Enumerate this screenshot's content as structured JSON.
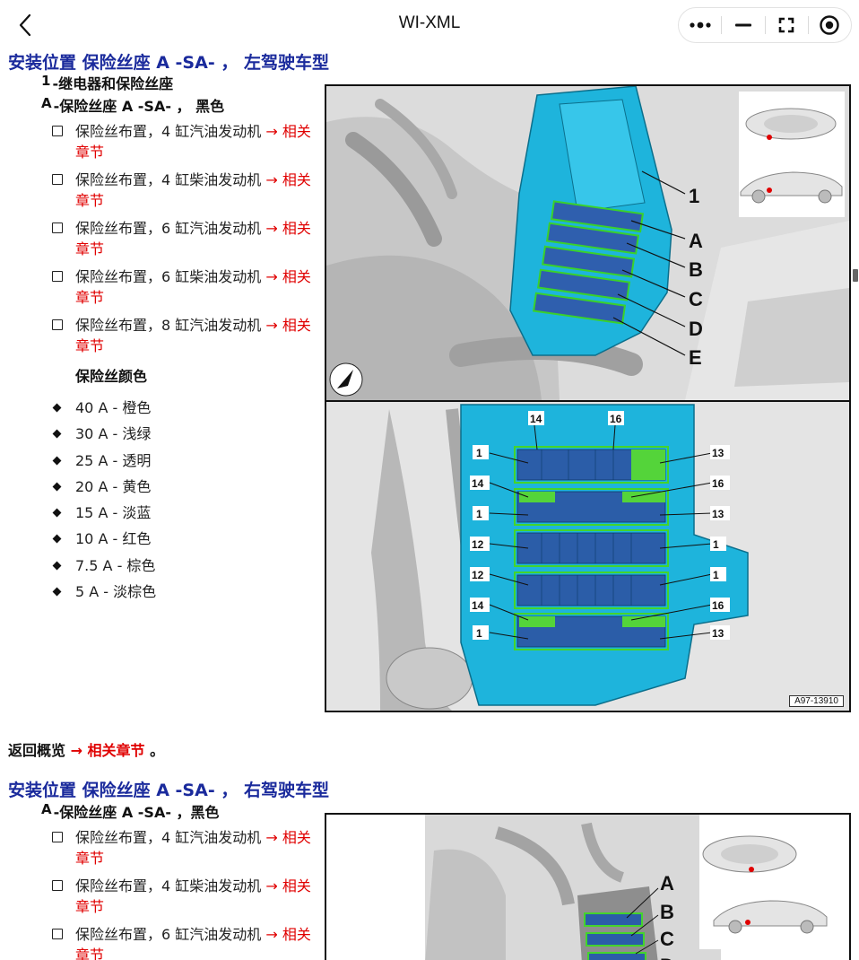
{
  "header": {
    "title": "WI-XML"
  },
  "section1": {
    "title": "安装位置 保险丝座 A -SA- ， 左驾驶车型",
    "legend": [
      {
        "key": "1",
        "text": "-继电器和保险丝座"
      },
      {
        "key": "A",
        "text": "-保险丝座 A -SA- ， 黑色"
      }
    ],
    "items": [
      {
        "text": "保险丝布置，4 缸汽油发动机 ",
        "link": "→ 相关章节"
      },
      {
        "text": "保险丝布置，4 缸柴油发动机 ",
        "link": "→ 相关章节"
      },
      {
        "text": "保险丝布置，6 缸汽油发动机 ",
        "link": "→ 相关章节"
      },
      {
        "text": "保险丝布置，6 缸柴油发动机 ",
        "link": "→ 相关章节"
      },
      {
        "text": "保险丝布置，8 缸汽油发动机 ",
        "link": "→ 相关章节"
      }
    ],
    "fuse_colors_title": "保险丝颜色",
    "fuse_colors": [
      "40 A - 橙色",
      "30 A - 浅绿",
      "25 A - 透明",
      "20 A - 黄色",
      "15 A - 淡蓝",
      "10 A - 红色",
      "7.5 A - 棕色",
      "5 A - 淡棕色"
    ],
    "figure": {
      "callouts_top": [
        "1",
        "A",
        "B",
        "C",
        "D",
        "E"
      ],
      "rows": [
        {
          "left": [
            "1",
            "14"
          ],
          "right": [
            "13",
            "16"
          ]
        },
        {
          "left": [
            "1"
          ],
          "right": [
            "13"
          ]
        },
        {
          "left": [
            "12"
          ],
          "right": [
            "1"
          ]
        },
        {
          "left": [
            "12"
          ],
          "right": [
            "1"
          ]
        },
        {
          "left": [
            "14",
            "1"
          ],
          "right": [
            "16",
            "13"
          ]
        }
      ],
      "top_labels": [
        "14",
        "16"
      ],
      "code": "A97-13910"
    }
  },
  "back": {
    "text": "返回概览 ",
    "link": "→ 相关章节",
    "suffix": " 。"
  },
  "section2": {
    "title": "安装位置 保险丝座 A -SA- ， 右驾驶车型",
    "legend": [
      {
        "key": "A",
        "text": "-保险丝座 A -SA- ，黑色"
      }
    ],
    "items": [
      {
        "text": "保险丝布置，4 缸汽油发动机 ",
        "link": "→ 相关章节"
      },
      {
        "text": "保险丝布置，4 缸柴油发动机 ",
        "link": "→ 相关章节"
      },
      {
        "text": "保险丝布置，6 缸汽油发动机 ",
        "link": "→ 相关章节"
      }
    ],
    "figure": {
      "callouts": [
        "A",
        "B",
        "C",
        "D"
      ]
    }
  }
}
